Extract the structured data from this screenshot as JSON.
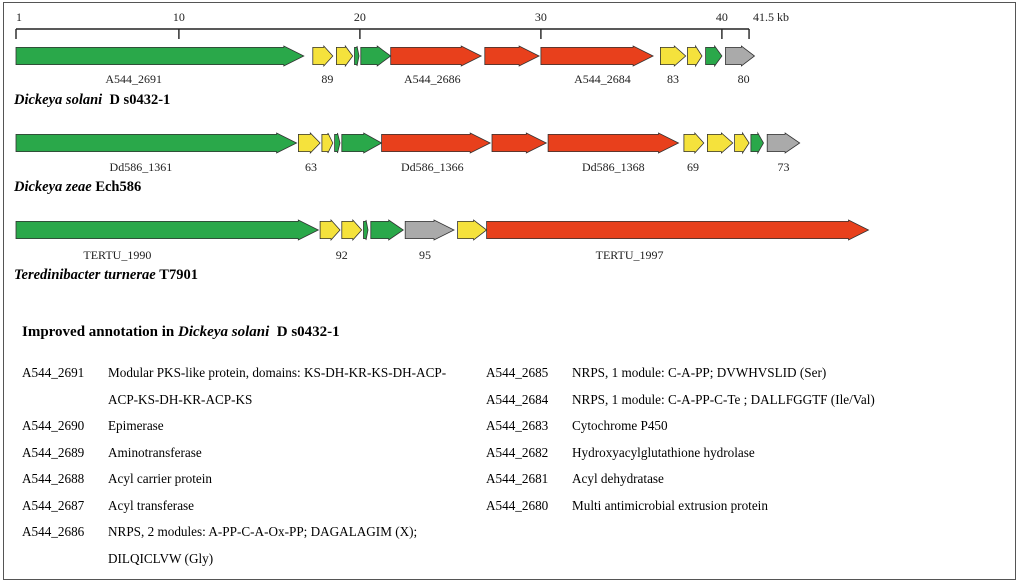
{
  "colors": {
    "pks": "#2aa84a",
    "nrps": "#e8401c",
    "tailoring": "#f5e23c",
    "other": "#aaaaaa",
    "outline": "#333333"
  },
  "scale": {
    "ticks": [
      "1",
      "10",
      "20",
      "30",
      "40",
      "41.5 kb"
    ],
    "tick_kb": [
      1,
      10,
      20,
      30,
      40,
      41.5
    ]
  },
  "tracks": [
    {
      "organism_genus": "Dickeya solani",
      "organism_strain": "D s0432-1",
      "genes": [
        {
          "start": 1.0,
          "end": 16.9,
          "type": "pks"
        },
        {
          "start": 17.4,
          "end": 18.5,
          "type": "tailoring"
        },
        {
          "start": 18.7,
          "end": 19.6,
          "type": "tailoring"
        },
        {
          "start": 19.7,
          "end": 19.95,
          "type": "pks"
        },
        {
          "start": 20.05,
          "end": 21.7,
          "type": "pks"
        },
        {
          "start": 21.7,
          "end": 26.7,
          "type": "nrps"
        },
        {
          "start": 26.9,
          "end": 29.9,
          "type": "nrps"
        },
        {
          "start": 30.0,
          "end": 36.2,
          "type": "nrps"
        },
        {
          "start": 36.6,
          "end": 38.0,
          "type": "tailoring"
        },
        {
          "start": 38.1,
          "end": 38.9,
          "type": "tailoring"
        },
        {
          "start": 39.1,
          "end": 40.0,
          "type": "pks"
        },
        {
          "start": 40.2,
          "end": 41.8,
          "type": "other"
        }
      ],
      "labels": [
        {
          "text": "A544_2691",
          "kb": 7.5
        },
        {
          "text": "89",
          "kb": 18.2
        },
        {
          "text": "A544_2686",
          "kb": 24.0
        },
        {
          "text": "A544_2684",
          "kb": 33.4
        },
        {
          "text": "83",
          "kb": 37.3
        },
        {
          "text": "80",
          "kb": 41.2
        }
      ]
    },
    {
      "organism_genus": "Dickeya zeae",
      "organism_strain": "Ech586",
      "genes": [
        {
          "start": 1.0,
          "end": 16.5,
          "type": "pks"
        },
        {
          "start": 16.6,
          "end": 17.8,
          "type": "tailoring"
        },
        {
          "start": 17.9,
          "end": 18.5,
          "type": "tailoring"
        },
        {
          "start": 18.6,
          "end": 18.9,
          "type": "pks"
        },
        {
          "start": 19.0,
          "end": 21.2,
          "type": "pks"
        },
        {
          "start": 21.2,
          "end": 27.2,
          "type": "nrps"
        },
        {
          "start": 27.3,
          "end": 30.3,
          "type": "nrps"
        },
        {
          "start": 30.4,
          "end": 37.6,
          "type": "nrps"
        },
        {
          "start": 37.9,
          "end": 39.0,
          "type": "tailoring"
        },
        {
          "start": 39.2,
          "end": 40.6,
          "type": "tailoring"
        },
        {
          "start": 40.7,
          "end": 41.5,
          "type": "tailoring"
        },
        {
          "start": 41.6,
          "end": 42.3,
          "type": "pks"
        },
        {
          "start": 42.5,
          "end": 44.3,
          "type": "other"
        }
      ],
      "labels": [
        {
          "text": "Dd586_1361",
          "kb": 7.9
        },
        {
          "text": "63",
          "kb": 17.3
        },
        {
          "text": "Dd586_1366",
          "kb": 24.0
        },
        {
          "text": "Dd586_1368",
          "kb": 34.0
        },
        {
          "text": "69",
          "kb": 38.4
        },
        {
          "text": "73",
          "kb": 43.4
        }
      ]
    },
    {
      "organism_genus": "Teredinibacter turnerae",
      "organism_strain": "T7901",
      "genes": [
        {
          "start": 1.0,
          "end": 17.7,
          "type": "pks"
        },
        {
          "start": 17.8,
          "end": 18.9,
          "type": "tailoring"
        },
        {
          "start": 19.0,
          "end": 20.1,
          "type": "tailoring"
        },
        {
          "start": 20.2,
          "end": 20.45,
          "type": "pks"
        },
        {
          "start": 20.6,
          "end": 22.4,
          "type": "pks"
        },
        {
          "start": 22.5,
          "end": 25.2,
          "type": "other"
        },
        {
          "start": 25.4,
          "end": 27.0,
          "type": "tailoring"
        },
        {
          "start": 27.0,
          "end": 48.1,
          "type": "nrps"
        }
      ],
      "labels": [
        {
          "text": "TERTU_1990",
          "kb": 6.6
        },
        {
          "text": "92",
          "kb": 19.0
        },
        {
          "text": "95",
          "kb": 23.6
        },
        {
          "text": "TERTU_1997",
          "kb": 34.9
        }
      ]
    }
  ],
  "annotation": {
    "title_prefix": "Improved annotation in",
    "title_genus": "Dickeya solani",
    "title_strain": "D s0432-1",
    "left": [
      {
        "id": "A544_2691",
        "desc": "Modular PKS-like protein,  domains:  KS-DH-KR-KS-DH-ACP-ACP-KS-DH-KR-ACP-KS"
      },
      {
        "id": "A544_2690",
        "desc": "Epimerase"
      },
      {
        "id": "A544_2689",
        "desc": "Aminotransferase"
      },
      {
        "id": "A544_2688",
        "desc": "Acyl carrier protein"
      },
      {
        "id": "A544_2687",
        "desc": "Acyl transferase"
      },
      {
        "id": "A544_2686",
        "desc": "NRPS,  2 modules: A-PP-C-A-Ox-PP; DAGALAGIM (X); DILQICLVW (Gly)"
      }
    ],
    "right": [
      {
        "id": "A544_2685",
        "desc": "NRPS,  1 module: C-A-PP; DVWHVSLID (Ser)"
      },
      {
        "id": "A544_2684",
        "desc": "NRPS,  1 module: C-A-PP-C-Te ; DALLFGGTF (Ile/Val)"
      },
      {
        "id": "A544_2683",
        "desc": "Cytochrome P450"
      },
      {
        "id": "A544_2682",
        "desc": "Hydroxyacylglutathione hydrolase"
      },
      {
        "id": "A544_2681",
        "desc": "Acyl dehydratase"
      },
      {
        "id": "A544_2680",
        "desc": "Multi antimicrobial extrusion protein"
      }
    ]
  }
}
